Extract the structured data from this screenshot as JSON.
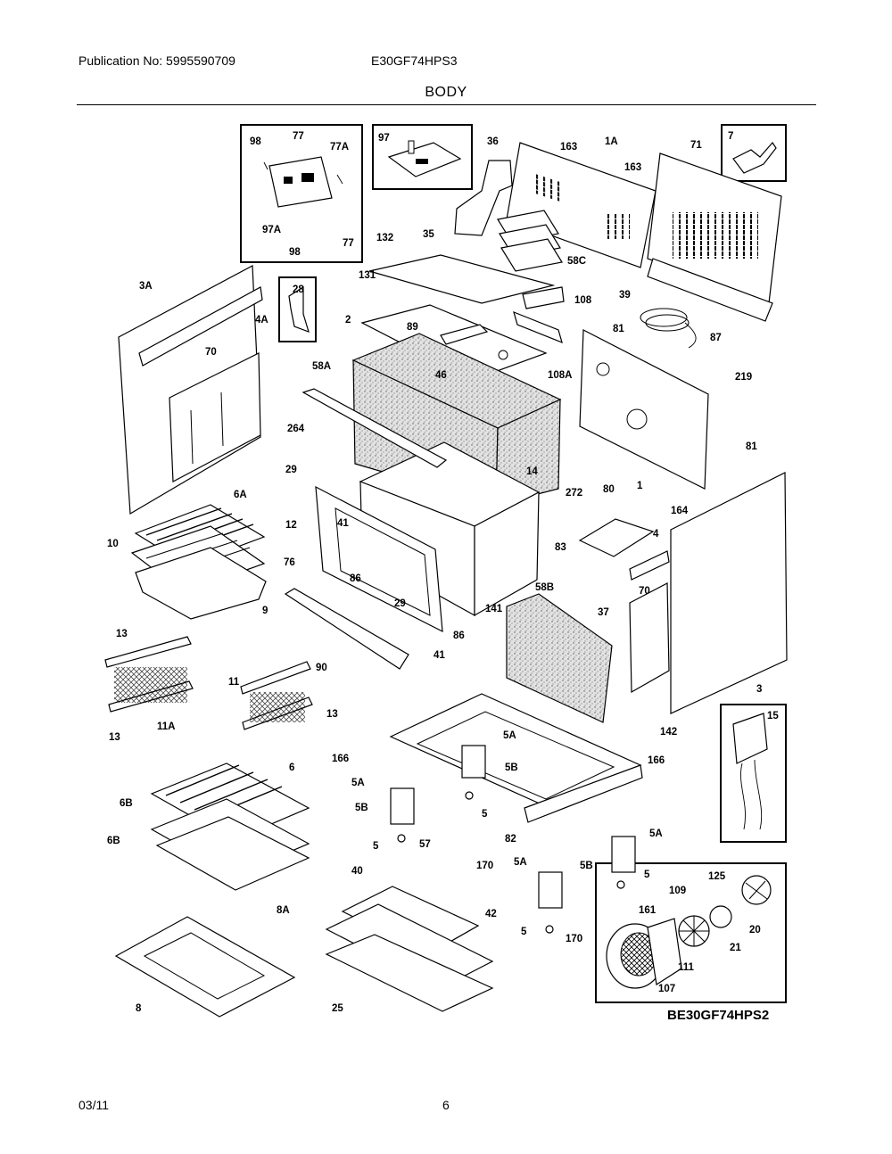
{
  "header": {
    "publication": "Publication No: 5995590709",
    "model": "E30GF74HPS3",
    "section": "BODY"
  },
  "footer": {
    "date": "03/11",
    "page": "6"
  },
  "diagram": {
    "code": "BE30GF74HPS2",
    "labels": {
      "p98a": "98",
      "p77a": "77",
      "p77A": "77A",
      "p97A": "97A",
      "p98b": "98",
      "p77b": "77",
      "p97": "97",
      "p36": "36",
      "p163a": "163",
      "p1A": "1A",
      "p163b": "163",
      "p71": "71",
      "p7": "7",
      "p3A": "3A",
      "p4Aa": "4A",
      "p28": "28",
      "p132": "132",
      "p35": "35",
      "p58Ca": "58C",
      "p131": "131",
      "p108": "108",
      "p39": "39",
      "p2": "2",
      "p89": "89",
      "p87": "87",
      "p81a": "81",
      "p70a": "70",
      "p58A": "58A",
      "p46": "46",
      "p108A": "108A",
      "p219": "219",
      "p264": "264",
      "p81b": "81",
      "p29a": "29",
      "p14": "14",
      "p272": "272",
      "p80": "80",
      "p1": "1",
      "p6A": "6A",
      "p12": "12",
      "p41a": "41",
      "p164": "164",
      "p10": "10",
      "p76": "76",
      "p86a": "86",
      "p83": "83",
      "p4b": "4",
      "p29b": "29",
      "p58B": "58B",
      "p70b": "70",
      "p9": "9",
      "p141": "141",
      "p37": "37",
      "p13a": "13",
      "p86b": "86",
      "p41b": "41",
      "p90": "90",
      "p11": "11",
      "p13b": "13",
      "p3": "3",
      "p13c": "13",
      "p11A": "11A",
      "p142": "142",
      "p15": "15",
      "p166a": "166",
      "p5Aa": "5A",
      "p5Ba": "5B",
      "p166b": "166",
      "p6": "6",
      "p5Ab": "5A",
      "p5Bb": "5B",
      "p5a": "5",
      "p6Ba": "6B",
      "p6Bb": "6B",
      "p5b": "5",
      "p57": "57",
      "p170a": "170",
      "p82": "82",
      "p5Ac": "5A",
      "p5Ad": "5A",
      "p5Bc": "5B",
      "p5c": "5",
      "p125": "125",
      "p40": "40",
      "p109": "109",
      "p8A": "8A",
      "p161": "161",
      "p42": "42",
      "p20": "20",
      "p21": "21",
      "p5d": "5",
      "p170b": "170",
      "p111": "111",
      "p8": "8",
      "p25": "25",
      "p107": "107"
    }
  }
}
